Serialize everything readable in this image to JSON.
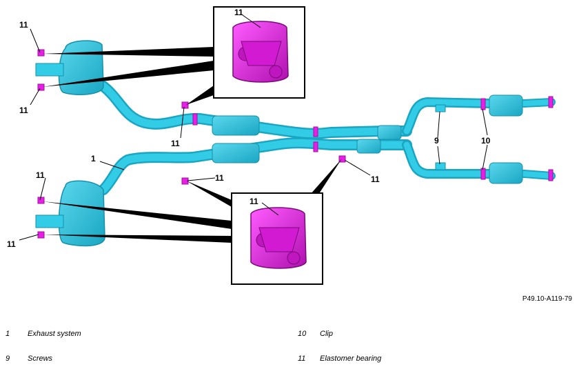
{
  "figure": {
    "reference_code": "P49.10-A119-79",
    "callouts": {
      "c1": "1",
      "c9": "9",
      "c10": "10",
      "c11a": "11",
      "c11b": "11",
      "c11c": "11",
      "c11d": "11",
      "c11e": "11",
      "c11f": "11",
      "c11g": "11",
      "c11h": "11",
      "c11i": "11"
    },
    "colors": {
      "pipe": "#33cce6",
      "pipe_dark": "#1aa6c2",
      "bearing": "#e61ee6",
      "bearing_dark": "#a0109f"
    }
  },
  "legend": [
    {
      "number": "1",
      "label": "Exhaust system"
    },
    {
      "number": "10",
      "label": "Clip"
    },
    {
      "number": "9",
      "label": "Screws"
    },
    {
      "number": "11",
      "label": "Elastomer bearing"
    }
  ]
}
